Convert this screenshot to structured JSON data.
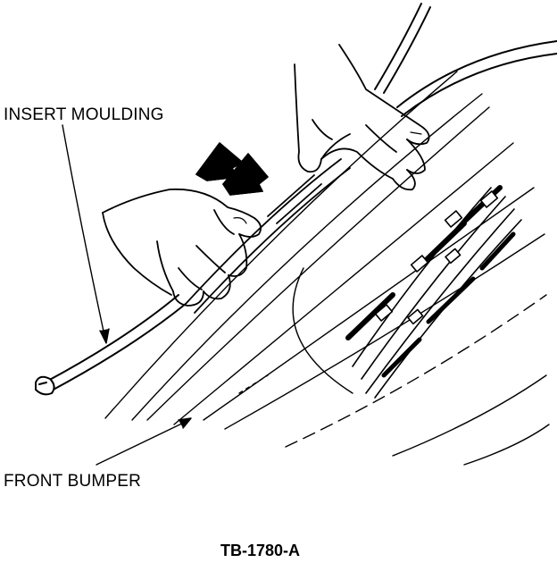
{
  "labels": {
    "insert_moulding": "INSERT MOULDING",
    "front_bumper": "FRONT BUMPER"
  },
  "figure_id": "TB-1780-A",
  "icons": {
    "direction_arrows": "double-arrow-icon"
  },
  "colors": {
    "ink": "#000000",
    "paper": "#ffffff"
  }
}
